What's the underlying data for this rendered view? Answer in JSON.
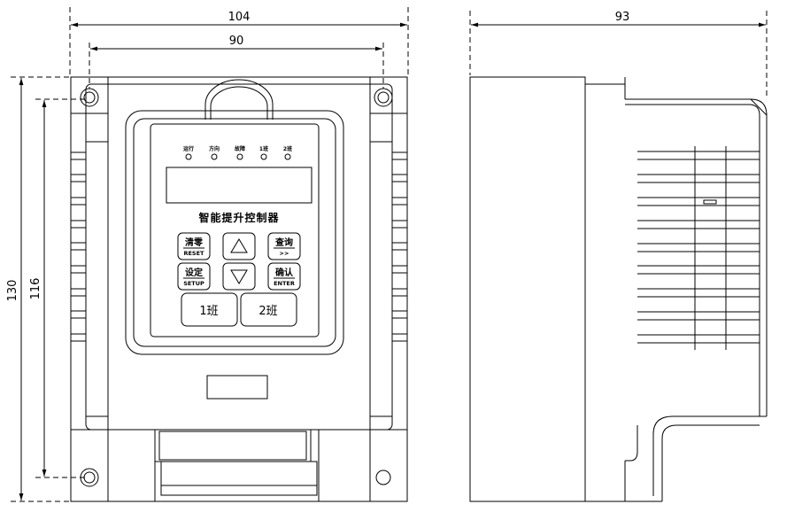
{
  "dimensions": {
    "front_width": "104",
    "front_hole_spacing": "90",
    "front_height": "130",
    "front_hole_height": "116",
    "side_depth": "93"
  },
  "indicators": [
    "运行",
    "方向",
    "故障",
    "1班",
    "2班"
  ],
  "panel_title": "智能提升控制器",
  "keys": {
    "clear": {
      "label": "清零",
      "sub": "RESET"
    },
    "setup": {
      "label": "设定",
      "sub": "SETUP"
    },
    "query": {
      "label": "查询",
      "sub": ">>"
    },
    "confirm": {
      "label": "确认",
      "sub": "ENTER"
    },
    "shift1": {
      "label": "1班"
    },
    "shift2": {
      "label": "2班"
    }
  }
}
